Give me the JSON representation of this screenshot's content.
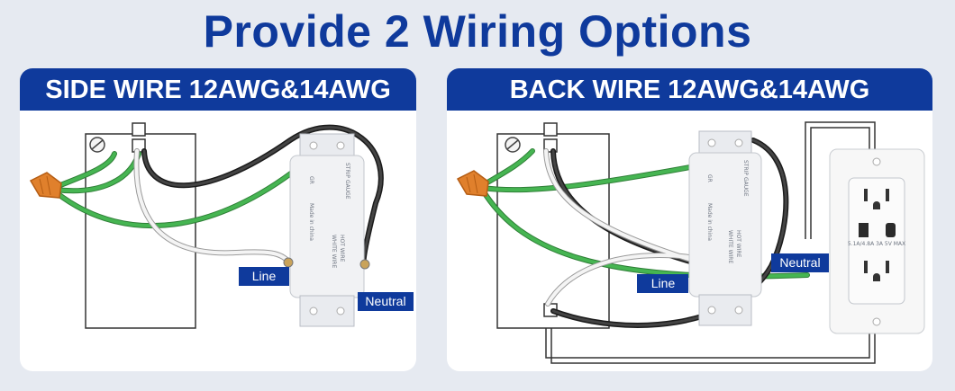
{
  "title": "Provide 2 Wiring Options",
  "panels": {
    "side": {
      "header": "SIDE WIRE 12AWG&14AWG",
      "label_line": "Line",
      "label_neutral": "Neutral"
    },
    "back": {
      "header": "BACK WIRE 12AWG&14AWG",
      "label_line": "Line",
      "label_neutral": "Neutral"
    }
  },
  "device_print": {
    "hot": "HOT WIRE",
    "white": "WHITE WIRE",
    "made": "Made in china",
    "gr": "GR",
    "strip": "STRIP GAUGE"
  },
  "outlet_print": "5.1A/4.8A 3A 5V MAX",
  "colors": {
    "brand_blue": "#0f3a9c",
    "ground_green": "#3aaa48",
    "hot_black": "#2e2e2e",
    "neutral_white": "#f2f2f2",
    "wire_nut": "#e0802c"
  },
  "icons": {
    "ground_screw": "screw-icon",
    "device_plate": "switch-device-icon",
    "outlet": "usb-outlet-icon"
  }
}
